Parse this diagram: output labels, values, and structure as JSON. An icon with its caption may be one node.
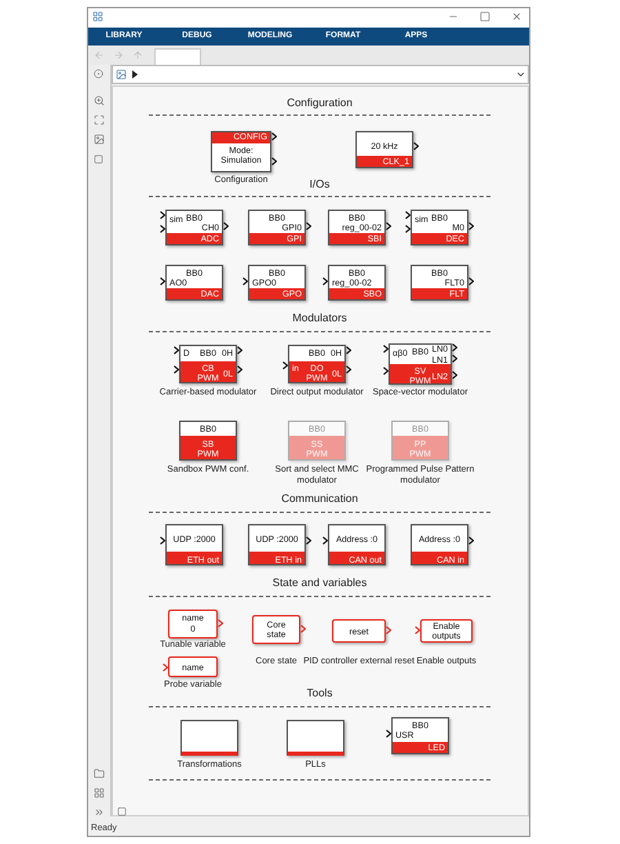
{
  "diagram": {
    "nodes": [
      {
        "text": [
          "CONFIG",
          "Mode: Simulation"
        ],
        "beside": [
          "Configuration"
        ]
      },
      {
        "text": [
          "20 kHz",
          "CLK_1"
        ]
      },
      {
        "text": [
          "sim",
          "BB0",
          "CH0",
          "ADC"
        ]
      },
      {
        "text": [
          "BB0",
          "GPI0",
          "GPI"
        ]
      },
      {
        "text": [
          "BB0",
          "reg_00-02",
          "SBI"
        ]
      },
      {
        "text": [
          "sim",
          "BB0",
          "M0",
          "DEC"
        ]
      },
      {
        "text": [
          "BB0",
          "AO0",
          "DAC"
        ]
      },
      {
        "text": [
          "BB0",
          "GPO0",
          "GPO"
        ]
      },
      {
        "text": [
          "BB0",
          "reg_00-02",
          "SBO"
        ]
      },
      {
        "text": [
          "BB0",
          "FLT0",
          "FLT"
        ]
      },
      {
        "text": [
          "D",
          "BB0",
          "0H",
          "CB PWM",
          "0L"
        ],
        "beside": [
          "Carrier-based modulator"
        ]
      },
      {
        "text": [
          "in",
          "BB0",
          "0H",
          "DO PWM",
          "0L"
        ],
        "beside": [
          "Direct output modulator"
        ]
      },
      {
        "text": [
          "αβ0",
          "BB0",
          "LN0",
          "LN1",
          "LN2",
          "SV PWM"
        ],
        "beside": [
          "Space-vector modulator"
        ]
      },
      {
        "text": [
          "BB0",
          "SB PWM"
        ],
        "beside": [
          "Sandbox PWM conf."
        ]
      },
      {
        "text": [
          "BB0",
          "SS PWM"
        ],
        "beside": [
          "Sort and select MMC modulator"
        ]
      },
      {
        "text": [
          "BB0",
          "PP PWM"
        ],
        "beside": [
          "Programmed Pulse Pattern modulator"
        ]
      },
      {
        "text": [
          "UDP :2000",
          "ETH out"
        ]
      },
      {
        "text": [
          "UDP :2000",
          "ETH in"
        ]
      },
      {
        "text": [
          "Address :0",
          "CAN out"
        ]
      },
      {
        "text": [
          "Address :0",
          "CAN in"
        ]
      },
      {
        "text": [
          "name",
          "0"
        ],
        "beside": [
          "Tunable variable"
        ]
      },
      {
        "text": [
          "Core state"
        ],
        "beside": [
          "Core state"
        ]
      },
      {
        "text": [
          "reset"
        ],
        "beside": [
          "PID controller external reset"
        ]
      },
      {
        "text": [
          "Enable outputs"
        ],
        "beside": [
          "Enable outputs"
        ]
      },
      {
        "text": [
          "name"
        ],
        "beside": [
          "Probe variable"
        ]
      },
      {
        "text": [],
        "shape": "box",
        "beside": [
          "Transformations"
        ]
      },
      {
        "text": [],
        "shape": "box",
        "beside": [
          "PLLs"
        ]
      },
      {
        "text": [
          "BB0",
          "USR",
          "LED"
        ]
      }
    ],
    "labels": [
      "LIBRARY",
      "DEBUG",
      "MODELING",
      "FORMAT",
      "APPS",
      "Configuration",
      "I/Os",
      "Modulators",
      "Communication",
      "State and variables",
      "Tools",
      "Ready"
    ]
  }
}
